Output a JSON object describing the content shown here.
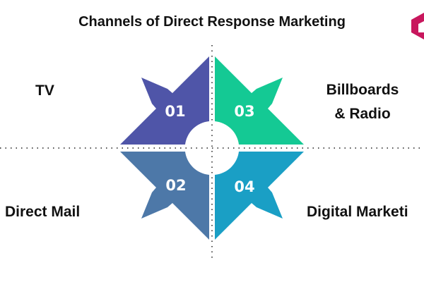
{
  "title": "Channels of Direct Response Marketing",
  "channels": [
    {
      "number": "01",
      "label": "TV",
      "color": "#4f55a8"
    },
    {
      "number": "02",
      "label": "Direct Mail",
      "color": "#4d78a8"
    },
    {
      "number": "03",
      "label_line1": "Billboards",
      "label_line2": "& Radio",
      "color": "#14c994"
    },
    {
      "number": "04",
      "label": "Digital Marketi",
      "color": "#1a9fc5"
    }
  ],
  "logo_color": "#c8175d"
}
